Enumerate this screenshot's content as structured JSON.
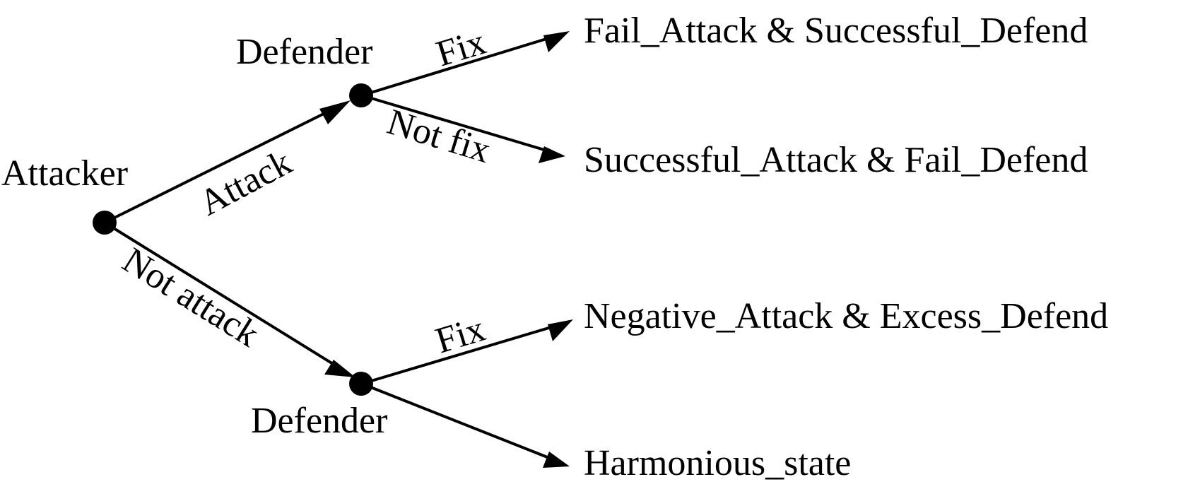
{
  "players": {
    "attacker": "Attacker",
    "defender_top": "Defender",
    "defender_bottom": "Defender"
  },
  "actions": {
    "attack": "Attack",
    "not_attack": "Not attack",
    "fix_top": "Fix",
    "not_fix": "Not fix",
    "fix_bottom": "Fix"
  },
  "outcomes": {
    "outcome_1": "Fail_Attack & Successful_Defend",
    "outcome_2": "Successful_Attack & Fail_Defend",
    "outcome_3": "Negative_Attack & Excess_Defend",
    "outcome_4": "Harmonious_state"
  }
}
